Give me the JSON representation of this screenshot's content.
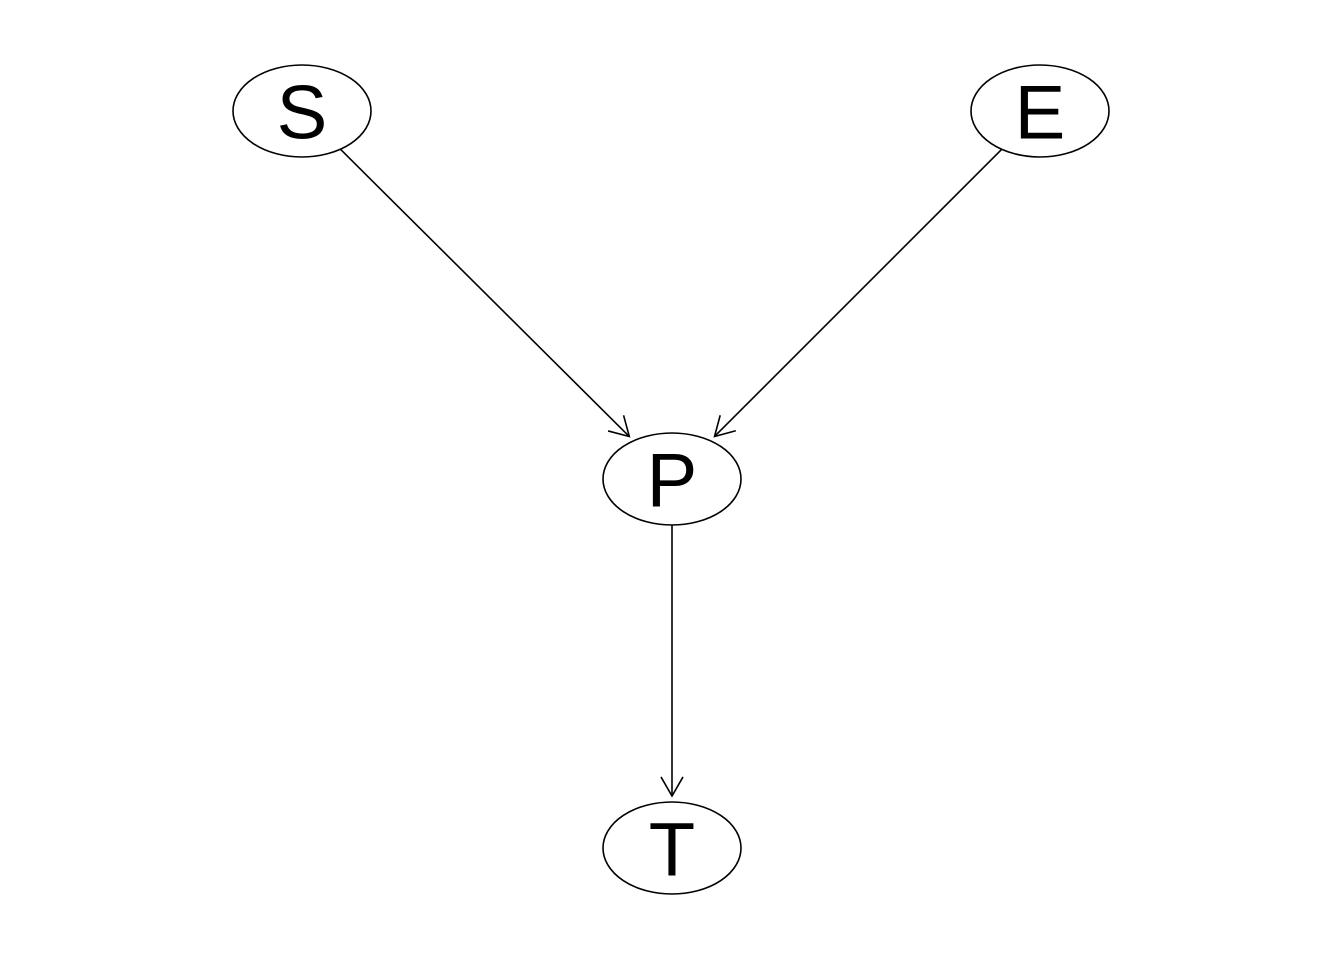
{
  "diagram": {
    "type": "directed-graph",
    "nodes": [
      {
        "id": "S",
        "label": "S"
      },
      {
        "id": "E",
        "label": "E"
      },
      {
        "id": "P",
        "label": "P"
      },
      {
        "id": "T",
        "label": "T"
      }
    ],
    "edges": [
      {
        "from": "S",
        "to": "P"
      },
      {
        "from": "E",
        "to": "P"
      },
      {
        "from": "P",
        "to": "T"
      }
    ],
    "colors": {
      "stroke": "#000000",
      "fill": "#ffffff"
    }
  }
}
